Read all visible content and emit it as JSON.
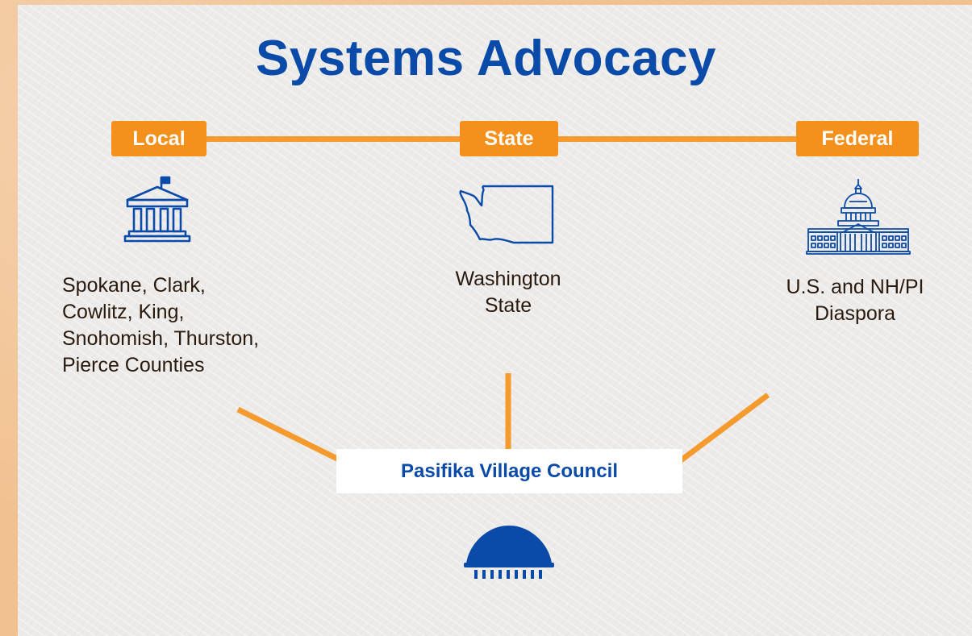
{
  "title": "Systems Advocacy",
  "levels": [
    {
      "label": "Local",
      "icon": "courthouse-icon",
      "description_lines": [
        "Spokane, Clark,",
        "Cowlitz, King,",
        "Snohomish, Thurston,",
        "Pierce Counties"
      ]
    },
    {
      "label": "State",
      "icon": "washington-state-map-icon",
      "description_lines": [
        "Washington",
        "State"
      ]
    },
    {
      "label": "Federal",
      "icon": "us-capitol-icon",
      "description_lines": [
        "U.S. and NH/PI",
        "Diaspora"
      ]
    }
  ],
  "council": {
    "label": "Pasifika Village Council",
    "icon": "fale-icon"
  },
  "colors": {
    "title": "#0a4aa8",
    "accent_orange": "#f4911d",
    "connector": "#f59a2c",
    "council_text": "#0a4aa8",
    "paper": "#ecebea",
    "border": "#f1c190"
  }
}
